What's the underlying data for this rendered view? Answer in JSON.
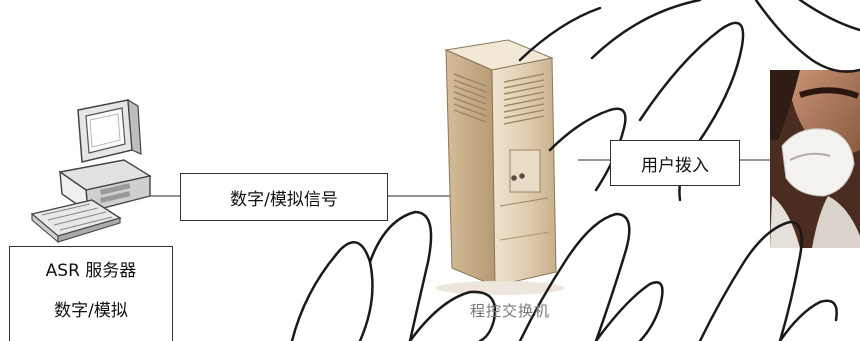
{
  "nodes": {
    "server": {
      "icon": "desktop-computer-icon",
      "label_line1": "ASR 服务器",
      "label_line2": "数字/模拟"
    },
    "switch": {
      "icon": "server-tower-icon",
      "caption": "程控交换机"
    },
    "caller": {
      "icon": "person-on-phone-photo"
    }
  },
  "edges": {
    "server_to_switch": {
      "label": "数字/模拟信号"
    },
    "switch_to_caller": {
      "label": "用户拨入"
    }
  },
  "watermark": {
    "icon": "sketch-watermark-strokes"
  }
}
